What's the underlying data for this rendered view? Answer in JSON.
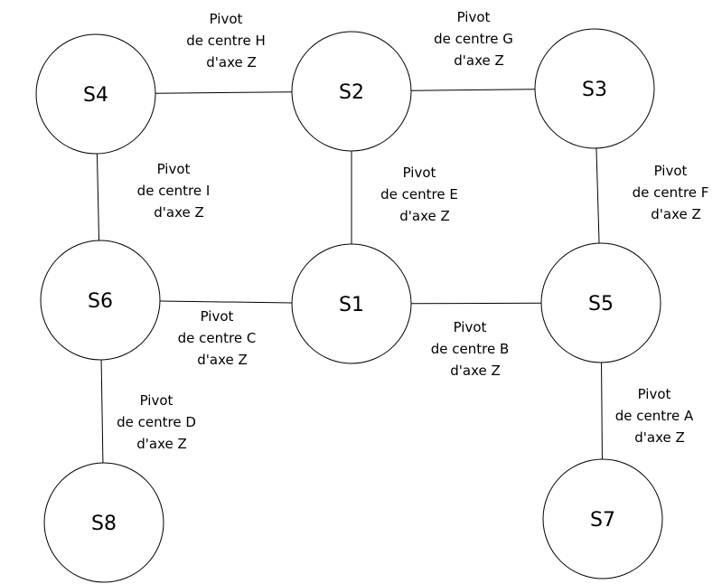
{
  "diagram": {
    "nodes": [
      {
        "id": "S4",
        "label": "S4"
      },
      {
        "id": "S2",
        "label": "S2"
      },
      {
        "id": "S3",
        "label": "S3"
      },
      {
        "id": "S6",
        "label": "S6"
      },
      {
        "id": "S1",
        "label": "S1"
      },
      {
        "id": "S5",
        "label": "S5"
      },
      {
        "id": "S8",
        "label": "S8"
      },
      {
        "id": "S7",
        "label": "S7"
      }
    ],
    "edges": [
      {
        "from": "S4",
        "to": "S2",
        "lines": [
          "Pivot",
          "de centre H",
          "d'axe Z"
        ]
      },
      {
        "from": "S2",
        "to": "S3",
        "lines": [
          "Pivot",
          "de centre G",
          "d'axe Z"
        ]
      },
      {
        "from": "S4",
        "to": "S6",
        "lines": [
          "Pivot",
          "de centre I",
          "d'axe Z"
        ]
      },
      {
        "from": "S2",
        "to": "S1",
        "lines": [
          "Pivot",
          "de centre E",
          "d'axe Z"
        ]
      },
      {
        "from": "S3",
        "to": "S5",
        "lines": [
          "Pivot",
          "de centre F",
          "d'axe Z"
        ]
      },
      {
        "from": "S6",
        "to": "S1",
        "lines": [
          "Pivot",
          "de centre C",
          "d'axe Z"
        ]
      },
      {
        "from": "S1",
        "to": "S5",
        "lines": [
          "Pivot",
          "de centre B",
          "d'axe Z"
        ]
      },
      {
        "from": "S6",
        "to": "S8",
        "lines": [
          "Pivot",
          "de centre D",
          "d'axe Z"
        ]
      },
      {
        "from": "S5",
        "to": "S7",
        "lines": [
          "Pivot",
          "de centre A",
          "d'axe Z"
        ]
      }
    ]
  }
}
